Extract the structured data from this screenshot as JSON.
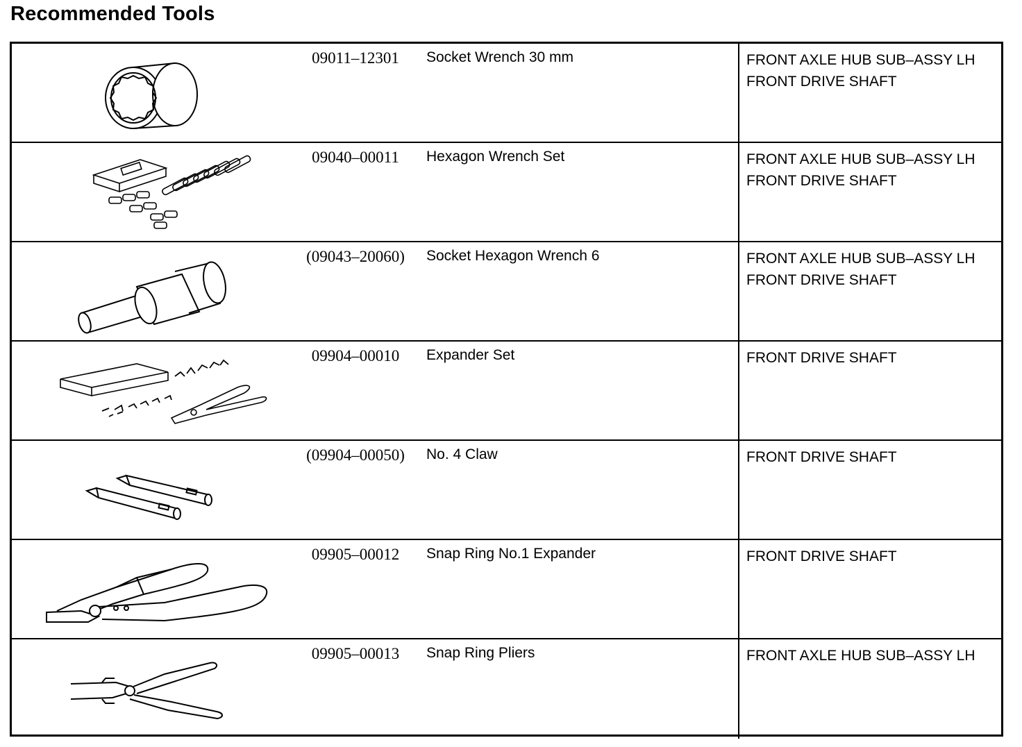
{
  "title": "Recommended Tools",
  "tools": [
    {
      "icon": "socket-wrench-30mm-icon",
      "part_no": "09011–12301",
      "name": "Socket Wrench 30 mm",
      "usage": [
        "FRONT AXLE HUB SUB–ASSY LH",
        "FRONT DRIVE SHAFT"
      ]
    },
    {
      "icon": "hexagon-wrench-set-icon",
      "part_no": "09040–00011",
      "name": "Hexagon Wrench Set",
      "usage": [
        "FRONT AXLE HUB SUB–ASSY LH",
        "FRONT DRIVE SHAFT"
      ]
    },
    {
      "icon": "socket-hexagon-wrench-icon",
      "part_no": "(09043–20060)",
      "name": "Socket Hexagon Wrench 6",
      "usage": [
        "FRONT AXLE HUB SUB–ASSY LH",
        "FRONT DRIVE SHAFT"
      ]
    },
    {
      "icon": "expander-set-icon",
      "part_no": "09904–00010",
      "name": "Expander Set",
      "usage": [
        "FRONT DRIVE SHAFT"
      ]
    },
    {
      "icon": "claw-icon",
      "part_no": "(09904–00050)",
      "name": "No. 4 Claw",
      "usage": [
        "FRONT DRIVE SHAFT"
      ]
    },
    {
      "icon": "snap-ring-expander-icon",
      "part_no": "09905–00012",
      "name": "Snap Ring No.1 Expander",
      "usage": [
        "FRONT DRIVE SHAFT"
      ]
    },
    {
      "icon": "snap-ring-pliers-icon",
      "part_no": "09905–00013",
      "name": "Snap Ring Pliers",
      "usage": [
        "FRONT AXLE HUB SUB–ASSY LH"
      ]
    }
  ]
}
